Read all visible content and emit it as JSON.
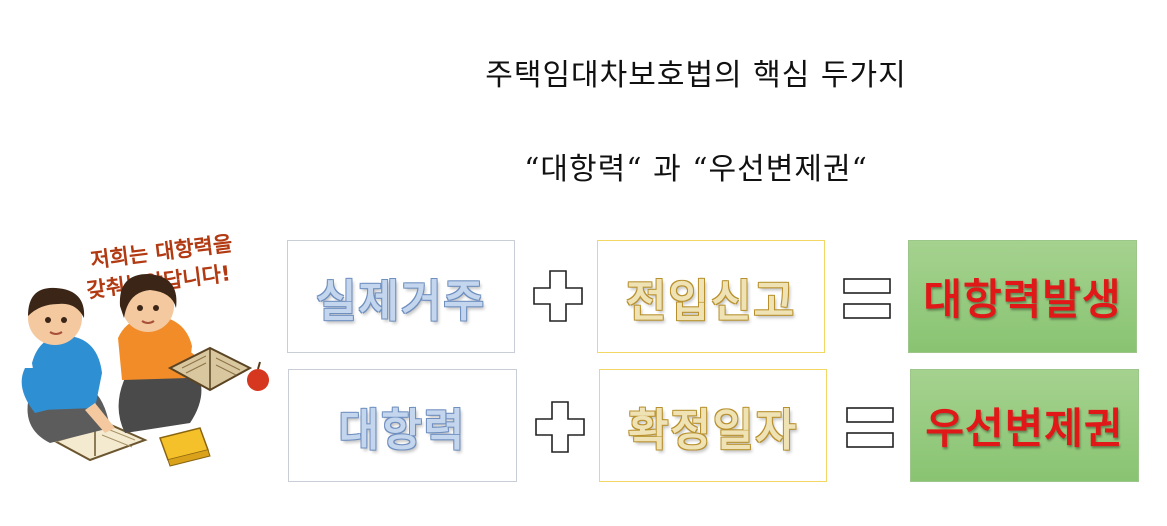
{
  "header": {
    "title": "주택임대차보호법의 핵심 두가지",
    "subtitle": "“대항력“ 과 “우선변제권“"
  },
  "illustration": {
    "caption_line1": "저희는 대항력을",
    "caption_line2": "갖춰놓았답니다!"
  },
  "rows": [
    {
      "left": "실제거주",
      "middle": "전입신고",
      "result": "대항력발생"
    },
    {
      "left": "대항력",
      "middle": "확정일자",
      "result": "우선변제권"
    }
  ],
  "colors": {
    "blue_text_outline": "#6f8fbf",
    "yellow_text_outline": "#b8912e",
    "result_fill": "#95ca7e",
    "result_text": "#e01818"
  }
}
